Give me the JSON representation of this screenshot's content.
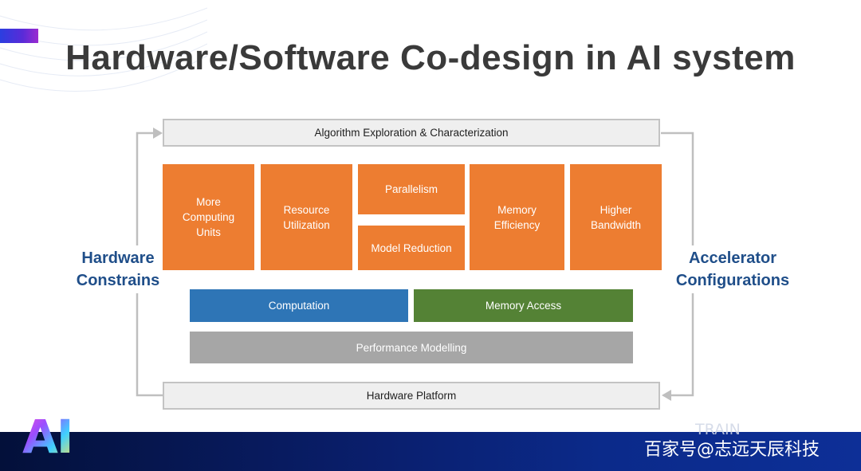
{
  "title": "Hardware/Software Co-design in AI system",
  "diagram": {
    "top_box": "Algorithm Exploration & Characterization",
    "left_label": [
      "Hardware",
      "Constrains"
    ],
    "right_label": [
      "Accelerator",
      "Configurations"
    ],
    "orange_blocks": {
      "more_computing_units": "More Computing Units",
      "resource_utilization": "Resource Utilization",
      "parallelism": "Parallelism",
      "model_reduction": "Model Reduction",
      "memory_efficiency": "Memory Efficiency",
      "higher_bandwidth": "Higher Bandwidth"
    },
    "computation": "Computation",
    "memory_access": "Memory Access",
    "performance_modelling": "Performance Modelling",
    "bottom_box": "Hardware Platform"
  },
  "branding": {
    "logo_text": "AI",
    "watermark_line1": "TRAIN",
    "watermark_line2": "百家号@志远天辰科技"
  },
  "colors": {
    "orange": "#ed7d31",
    "blue": "#2e75b6",
    "green": "#548235",
    "gray": "#a6a6a6",
    "label_blue": "#1f4e89"
  }
}
